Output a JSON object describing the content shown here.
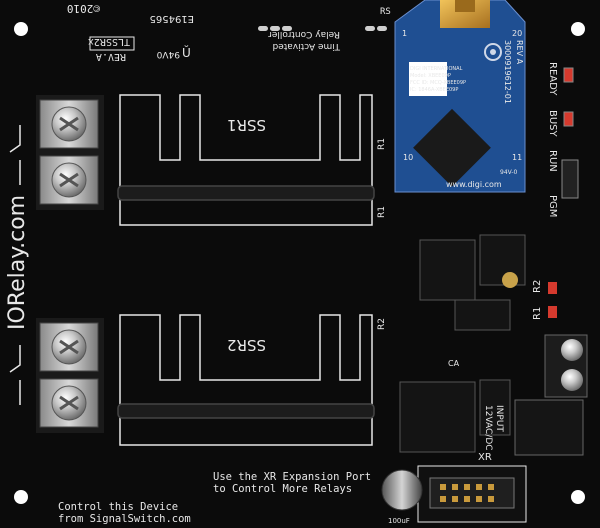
{
  "board": {
    "brand": "IORelay.com",
    "copyright": "©2010",
    "part_number": "TLSSR2x",
    "revision": "REV.A",
    "ul_rating": "94V0",
    "ul_file": "E194565",
    "feature_line1": "Time Activated",
    "feature_line2": "Relay Controller",
    "ssr1_label": "SSR1",
    "ssr2_label": "SSR2",
    "r1_label_a": "R1",
    "r2_label_a": "R2",
    "r1_label_b": "R1",
    "r2_label_b": "R2",
    "busy_label": "BUSY",
    "ready_label": "READY",
    "pgm_label": "PGM",
    "run_label": "RUN",
    "ca_label": "CA",
    "power_label_line1": "12VAC/DC",
    "power_label_line2": "INPUT",
    "xr_label": "XR",
    "xr_note_line1": "Use the XR Expansion Port",
    "xr_note_line2": "to Control More Relays",
    "control_note_line1": "Control this Device",
    "control_note_line2": "from SignalSwitch.com",
    "cap_label": "100uF"
  },
  "module": {
    "brand": "DIGI INTERNATIONAL",
    "model": "Model: XBEE09P",
    "fcc": "FCC ID: MCQ-XBEE09P",
    "ic": "IC: 1846A-XBEE09P",
    "serial": "3000919612-01",
    "rev": "REV A",
    "url": "www.digi.com",
    "pin_20": "20",
    "pin_1": "1",
    "pin_10": "10",
    "pin_11": "11",
    "rating": "94V-0"
  },
  "colors": {
    "pcb": "#0b0b0b",
    "module_blue": "#1f4f92",
    "antenna_gold": "#d8a23a",
    "silkscreen": "#e8e8e8",
    "led_red": "#d63a2e"
  }
}
